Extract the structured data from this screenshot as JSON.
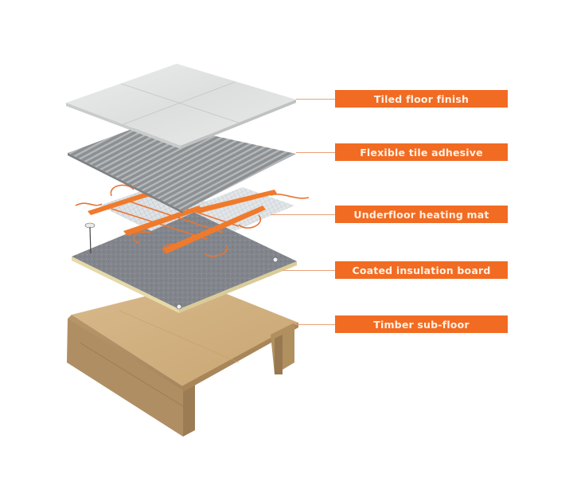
{
  "diagram": {
    "type": "exploded-layer-diagram",
    "subject": "Underfloor heating installation on timber sub-floor",
    "accent_color": "#f26b22",
    "label_text_color": "#fdf1e6",
    "layers": [
      {
        "id": "tiles",
        "label": "Tiled floor finish",
        "order": 1
      },
      {
        "id": "adhesive",
        "label": "Flexible tile adhesive",
        "order": 2
      },
      {
        "id": "heating-mat",
        "label": "Underfloor heating mat",
        "order": 3
      },
      {
        "id": "insulation",
        "label": "Coated insulation board",
        "order": 4
      },
      {
        "id": "subfloor",
        "label": "Timber sub-floor",
        "order": 5
      }
    ]
  }
}
